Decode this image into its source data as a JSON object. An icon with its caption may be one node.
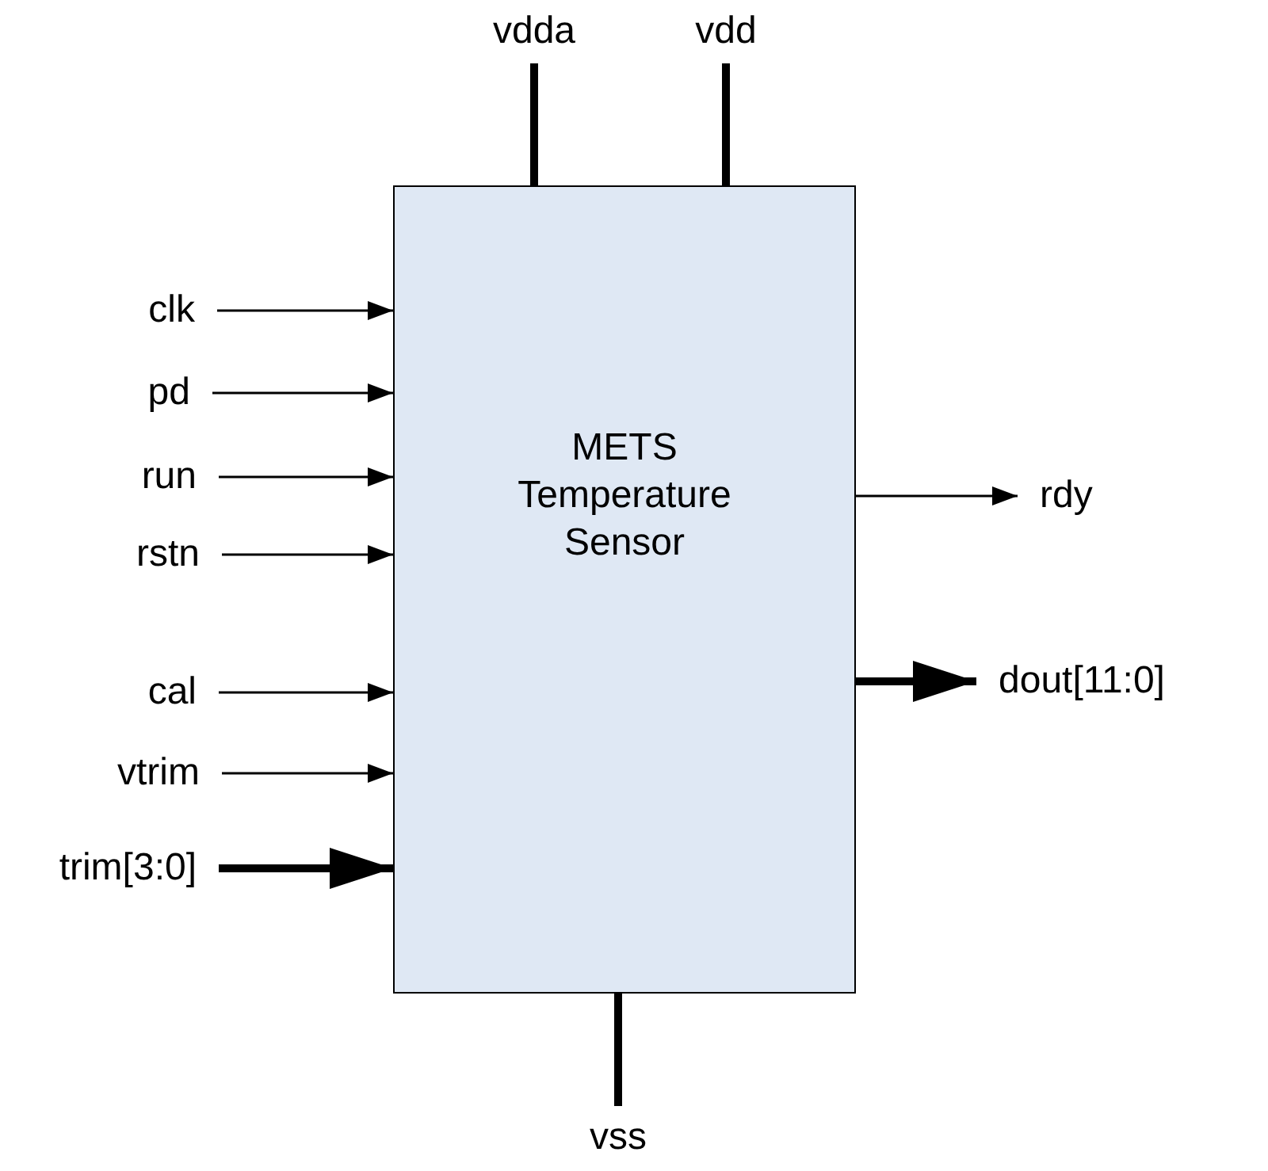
{
  "diagram": {
    "nodes": [
      {
        "text": [
          "METS Temperature Sensor"
        ]
      },
      {
        "text": [
          "vdda"
        ]
      },
      {
        "text": [
          "vdd"
        ]
      },
      {
        "text": [
          "clk"
        ]
      },
      {
        "text": [
          "pd"
        ]
      },
      {
        "text": [
          "run"
        ]
      },
      {
        "text": [
          "rstn"
        ]
      },
      {
        "text": [
          "cal"
        ]
      },
      {
        "text": [
          "vtrim"
        ]
      },
      {
        "text": [
          "trim[3:0]"
        ]
      },
      {
        "text": [
          "rdy"
        ]
      },
      {
        "text": [
          "dout[11:0]"
        ]
      },
      {
        "text": [
          "vss"
        ]
      }
    ],
    "edges": [
      {
        "from": 1,
        "to": 0,
        "arrow": "none",
        "style": "thick"
      },
      {
        "from": 2,
        "to": 0,
        "arrow": "none",
        "style": "thick"
      },
      {
        "from": 3,
        "to": 0,
        "arrow": "to"
      },
      {
        "from": 4,
        "to": 0,
        "arrow": "to"
      },
      {
        "from": 5,
        "to": 0,
        "arrow": "to"
      },
      {
        "from": 6,
        "to": 0,
        "arrow": "to"
      },
      {
        "from": 7,
        "to": 0,
        "arrow": "to"
      },
      {
        "from": 8,
        "to": 0,
        "arrow": "to"
      },
      {
        "from": 9,
        "to": 0,
        "arrow": "to",
        "style": "thick"
      },
      {
        "from": 0,
        "to": 10,
        "arrow": "to"
      },
      {
        "from": 0,
        "to": 11,
        "arrow": "to",
        "style": "thick"
      },
      {
        "from": 12,
        "to": 0,
        "arrow": "none",
        "style": "thick"
      }
    ]
  }
}
